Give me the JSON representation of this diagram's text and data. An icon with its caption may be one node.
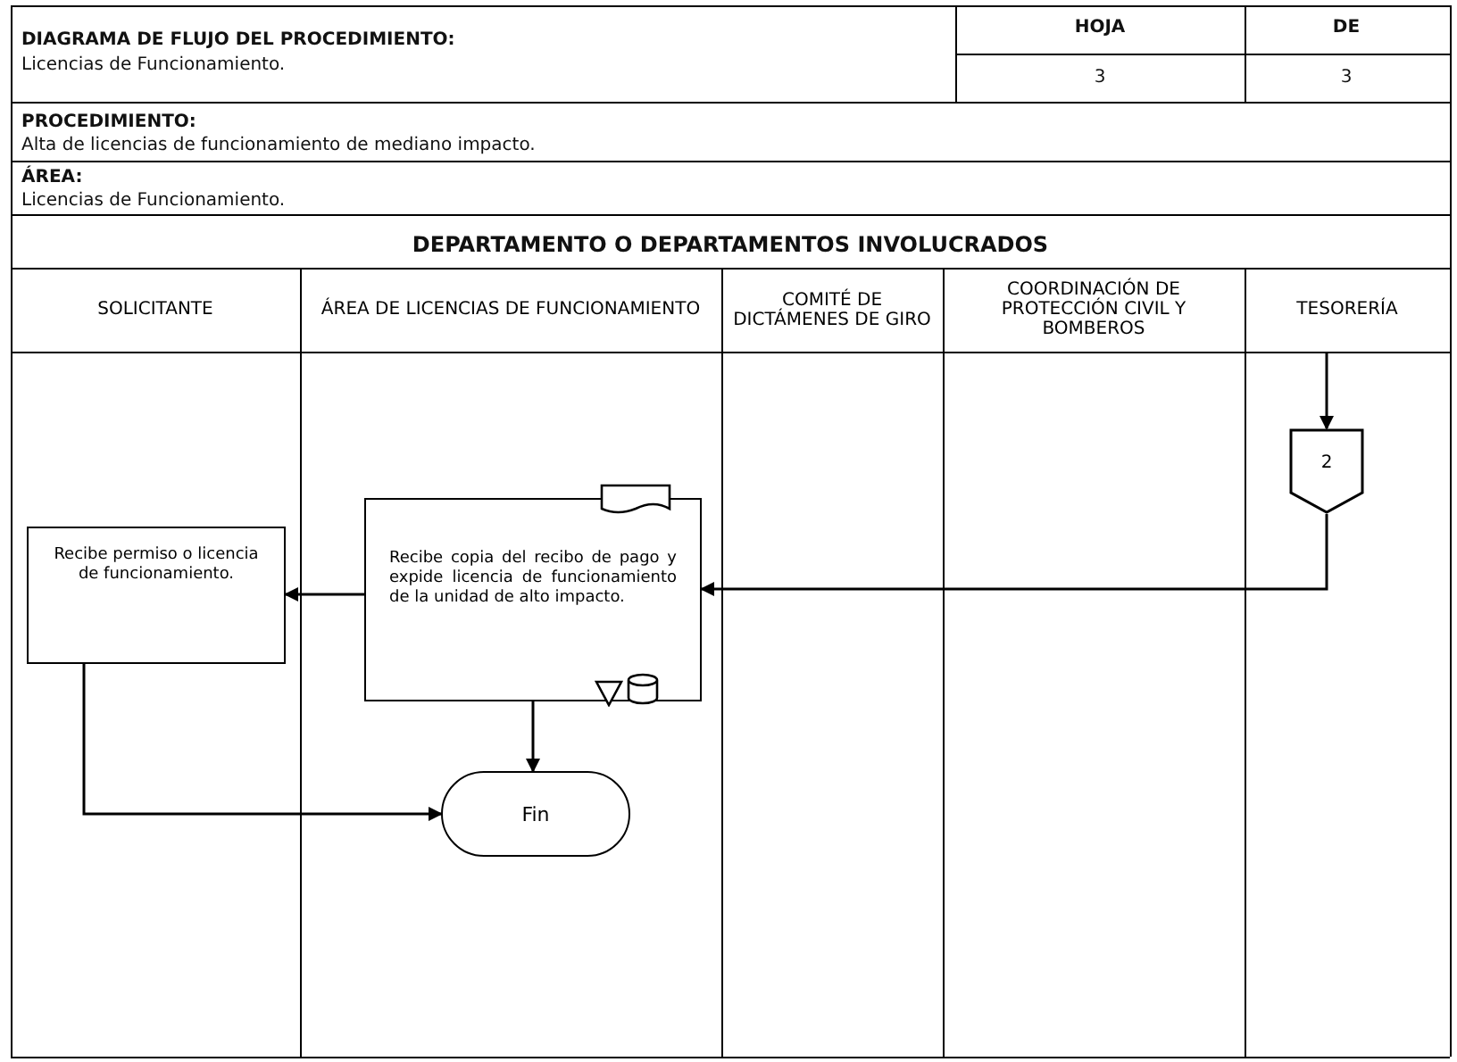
{
  "diagram": {
    "nodes": [
      {
        "text": [
          "SOLICITANTE"
        ]
      },
      {
        "text": [
          "ÁREA DE LICENCIAS DE FUNCIONAMIENTO"
        ]
      },
      {
        "text": [
          "COMITÉ DE DICTÁMENES DE GIRO"
        ]
      },
      {
        "text": [
          "COORDINACIÓN DE PROTECCIÓN CIVIL Y BOMBEROS"
        ]
      },
      {
        "text": [
          "TESORERÍA"
        ]
      },
      {
        "text": [
          "2"
        ],
        "in": 4
      },
      {
        "text": [
          "Recibe copia del recibo de pago y expide licencia de funcionamiento de la unidad de alto impacto."
        ],
        "in": 1
      },
      {
        "text": [
          "Recibe permiso o licencia de funcionamiento."
        ],
        "in": 0
      },
      {
        "text": [
          "Fin"
        ],
        "in": 1
      }
    ],
    "edges": [
      {
        "from": null,
        "to": 5,
        "arrow": "to"
      },
      {
        "from": 5,
        "to": 6,
        "arrow": "to"
      },
      {
        "from": 6,
        "to": 7,
        "arrow": "to"
      },
      {
        "from": 6,
        "to": 8,
        "arrow": "to"
      },
      {
        "from": 7,
        "to": 8,
        "arrow": "to"
      }
    ],
    "labels": [
      "DIAGRAMA DE FLUJO DEL PROCEDIMIENTO:",
      "Licencias de Funcionamiento.",
      "HOJA",
      "DE",
      "3",
      "3",
      "PROCEDIMIENTO:",
      "Alta de licencias de funcionamiento de mediano impacto.",
      "ÁREA:",
      "Licencias de Funcionamiento.",
      "DEPARTAMENTO O DEPARTAMENTOS INVOLUCRADOS"
    ]
  }
}
